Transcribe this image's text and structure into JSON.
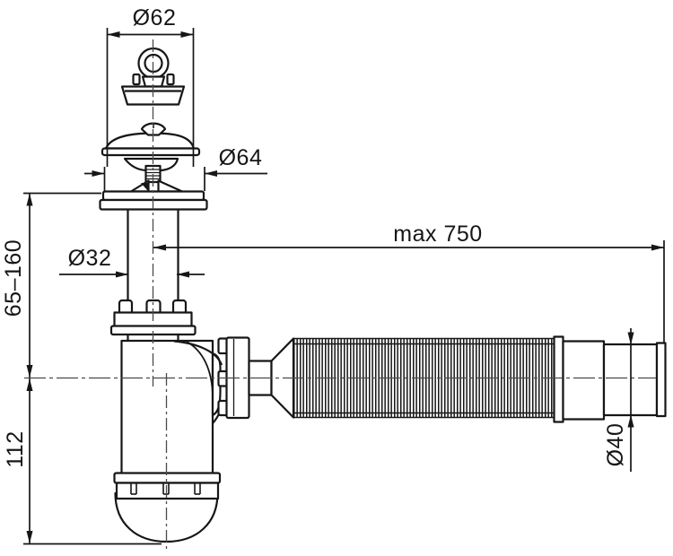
{
  "labels": {
    "plug_diameter": "Ø62",
    "strainer_diameter": "Ø64",
    "tailpipe_diameter": "Ø32",
    "hose_max_length": "max 750",
    "height_adjust_range": "65–160",
    "trap_height": "112",
    "outlet_diameter": "Ø40"
  },
  "colors": {
    "line": "#161616",
    "centerline": "#4a4a4a",
    "background": "#ffffff"
  }
}
